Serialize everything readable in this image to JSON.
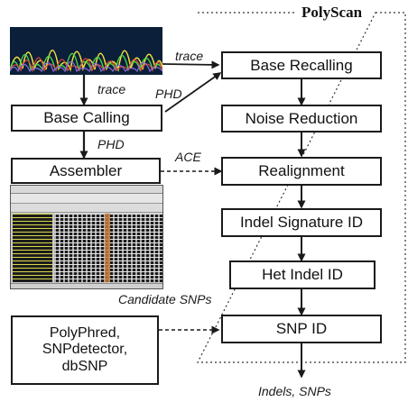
{
  "title": "PolyScan",
  "boxes": {
    "base_recalling": "Base Recalling",
    "noise_reduction": "Noise Reduction",
    "realignment": "Realignment",
    "indel_signature": "Indel Signature ID",
    "het_indel": "Het Indel ID",
    "snp_id": "SNP ID",
    "base_calling": "Base Calling",
    "assembler": "Assembler",
    "sources_line1": "PolyPhred,",
    "sources_line2": "SNPdetector,",
    "sources_line3": "dbSNP"
  },
  "labels": {
    "trace_top": "trace",
    "trace_left": "trace",
    "phd_diag": "PHD",
    "phd_left": "PHD",
    "ace": "ACE",
    "candidate": "Candidate SNPs",
    "output": "Indels, SNPs"
  }
}
